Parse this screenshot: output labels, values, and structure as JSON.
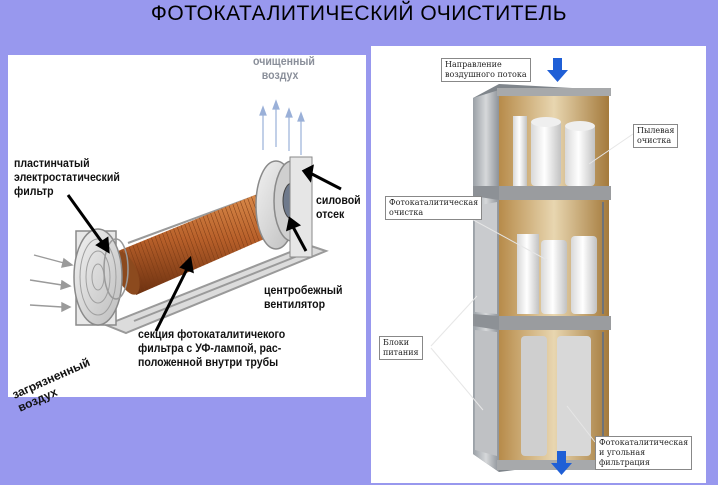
{
  "page": {
    "title": "ФОТОКАТАЛИТИЧЕСКИЙ ОЧИСТИТЕЛЬ",
    "colors": {
      "background": "#9898ee",
      "panel": "#ffffff",
      "tube": "#b8602a",
      "arrow_blue": "#1f5fd6"
    }
  },
  "left_diagram": {
    "labels": {
      "clean_air_line1": "очищенный",
      "clean_air_line2": "воздух",
      "filter_line1": "пластинчатый",
      "filter_line2": "электростатический",
      "filter_line3": "фильтр",
      "power_line1": "силовой",
      "power_line2": "отсек",
      "fan_line1": "центробежный",
      "fan_line2": "вентилятор",
      "section_line1": "секция фотокаталитичекого",
      "section_line2": "фильтра с УФ-лампой, рас-",
      "section_line3": "положенной внутри трубы",
      "dirty_air_line1": "загрязненный",
      "dirty_air_line2": "воздух"
    }
  },
  "right_photo": {
    "callouts": {
      "airflow_line1": "Направление",
      "airflow_line2": "воздушного потока",
      "dust_line1": "Пылевая",
      "dust_line2": "очистка",
      "photocat_line1": "Фотокаталитическая",
      "photocat_line2": "очистка",
      "power_line1": "Блоки",
      "power_line2": "питания",
      "carbon_line1": "Фотокаталитическая",
      "carbon_line2": "и угольная",
      "carbon_line3": "фильтрация"
    }
  }
}
